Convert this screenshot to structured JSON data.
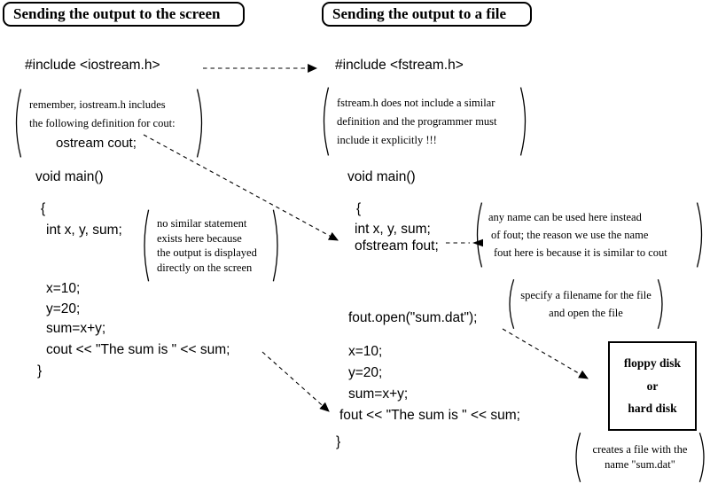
{
  "colors": {
    "ink": "#000000",
    "background": "#ffffff"
  },
  "titles": {
    "left": "Sending the output to the screen",
    "right": "Sending the output to a file"
  },
  "left_column": {
    "include": "#include <iostream.h>",
    "code_lines": [
      "void main()",
      "{",
      "int x, y, sum;",
      "x=10;",
      "y=20;",
      "sum=x+y;",
      "cout << \"The sum is \" << sum;",
      "}"
    ]
  },
  "right_column": {
    "include": "#include <fstream.h>",
    "code_lines": [
      "void main()",
      "{",
      "int x, y, sum;",
      "ofstream fout;",
      "fout.open(\"sum.dat\");",
      "x=10;",
      "y=20;",
      "sum=x+y;",
      "fout << \"The sum is \" << sum;",
      "}"
    ]
  },
  "annotations": {
    "iostream_note": {
      "lines": [
        "remember, iostream.h includes",
        "the following definition for cout:"
      ],
      "code": "ostream cout;"
    },
    "fstream_note": {
      "lines": [
        "fstream.h does not include a similar",
        "definition and the programmer must",
        "include it explicitly !!!"
      ]
    },
    "no_similar_note": {
      "lines": [
        "no similar statement",
        "exists here because",
        "the output is displayed",
        "directly on the screen"
      ]
    },
    "any_name_note": {
      "lines": [
        "any name can be used here instead",
        "of fout; the reason we use the name",
        "fout here is because it is similar to cout"
      ]
    },
    "open_file_note": {
      "lines": [
        "specify a filename for the file",
        "and open the file"
      ]
    },
    "creates_file_note": {
      "lines": [
        "creates a file with the",
        "name \"sum.dat\""
      ]
    }
  },
  "disk_box": {
    "lines": [
      "floppy disk",
      "or",
      "hard disk"
    ]
  }
}
